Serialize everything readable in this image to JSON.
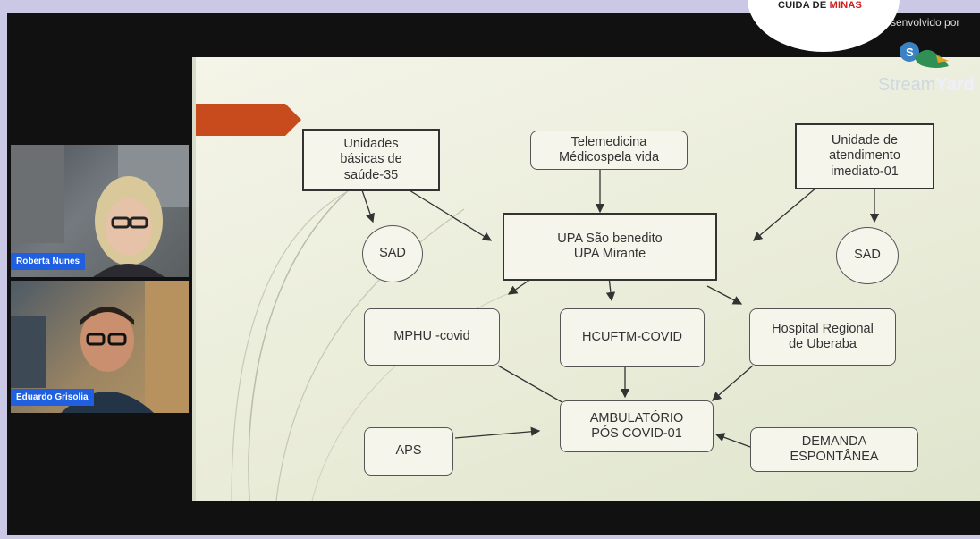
{
  "participants": [
    {
      "name": "Roberta Nunes"
    },
    {
      "name": "Eduardo Grisolia"
    }
  ],
  "overlay": {
    "badge_prefix": "CUIDA DE ",
    "badge_highlight": "MINAS",
    "developed_by": "senvolvido por",
    "brand_light": "Stream",
    "brand_bold": "Yard"
  },
  "slide": {
    "nodes": {
      "ubs_l1": "Unidades",
      "ubs_l2": "básicas de",
      "ubs_l3": "saúde-35",
      "tele_l1": "Telemedicina",
      "tele_l2": "Médicospela vida",
      "uai_l1": "Unidade de",
      "uai_l2": "atendimento",
      "uai_l3": "imediato-01",
      "sad_left": "SAD",
      "sad_right": "SAD",
      "upa_l1": "UPA São benedito",
      "upa_l2": "UPA Mirante",
      "mphu": "MPHU -covid",
      "hcuftm": "HCUFTM-COVID",
      "hru_l1": "Hospital Regional",
      "hru_l2": "de Uberaba",
      "amb_l1": "AMBULATÓRIO",
      "amb_l2": "PÓS COVID-01",
      "aps": "APS",
      "dem_l1": "DEMANDA",
      "dem_l2": "ESPONTÂNEA"
    }
  },
  "colors": {
    "name_tag": "#1f5fe0",
    "slide_arrow": "#c84b1e",
    "badge_red": "#d21f1f"
  }
}
